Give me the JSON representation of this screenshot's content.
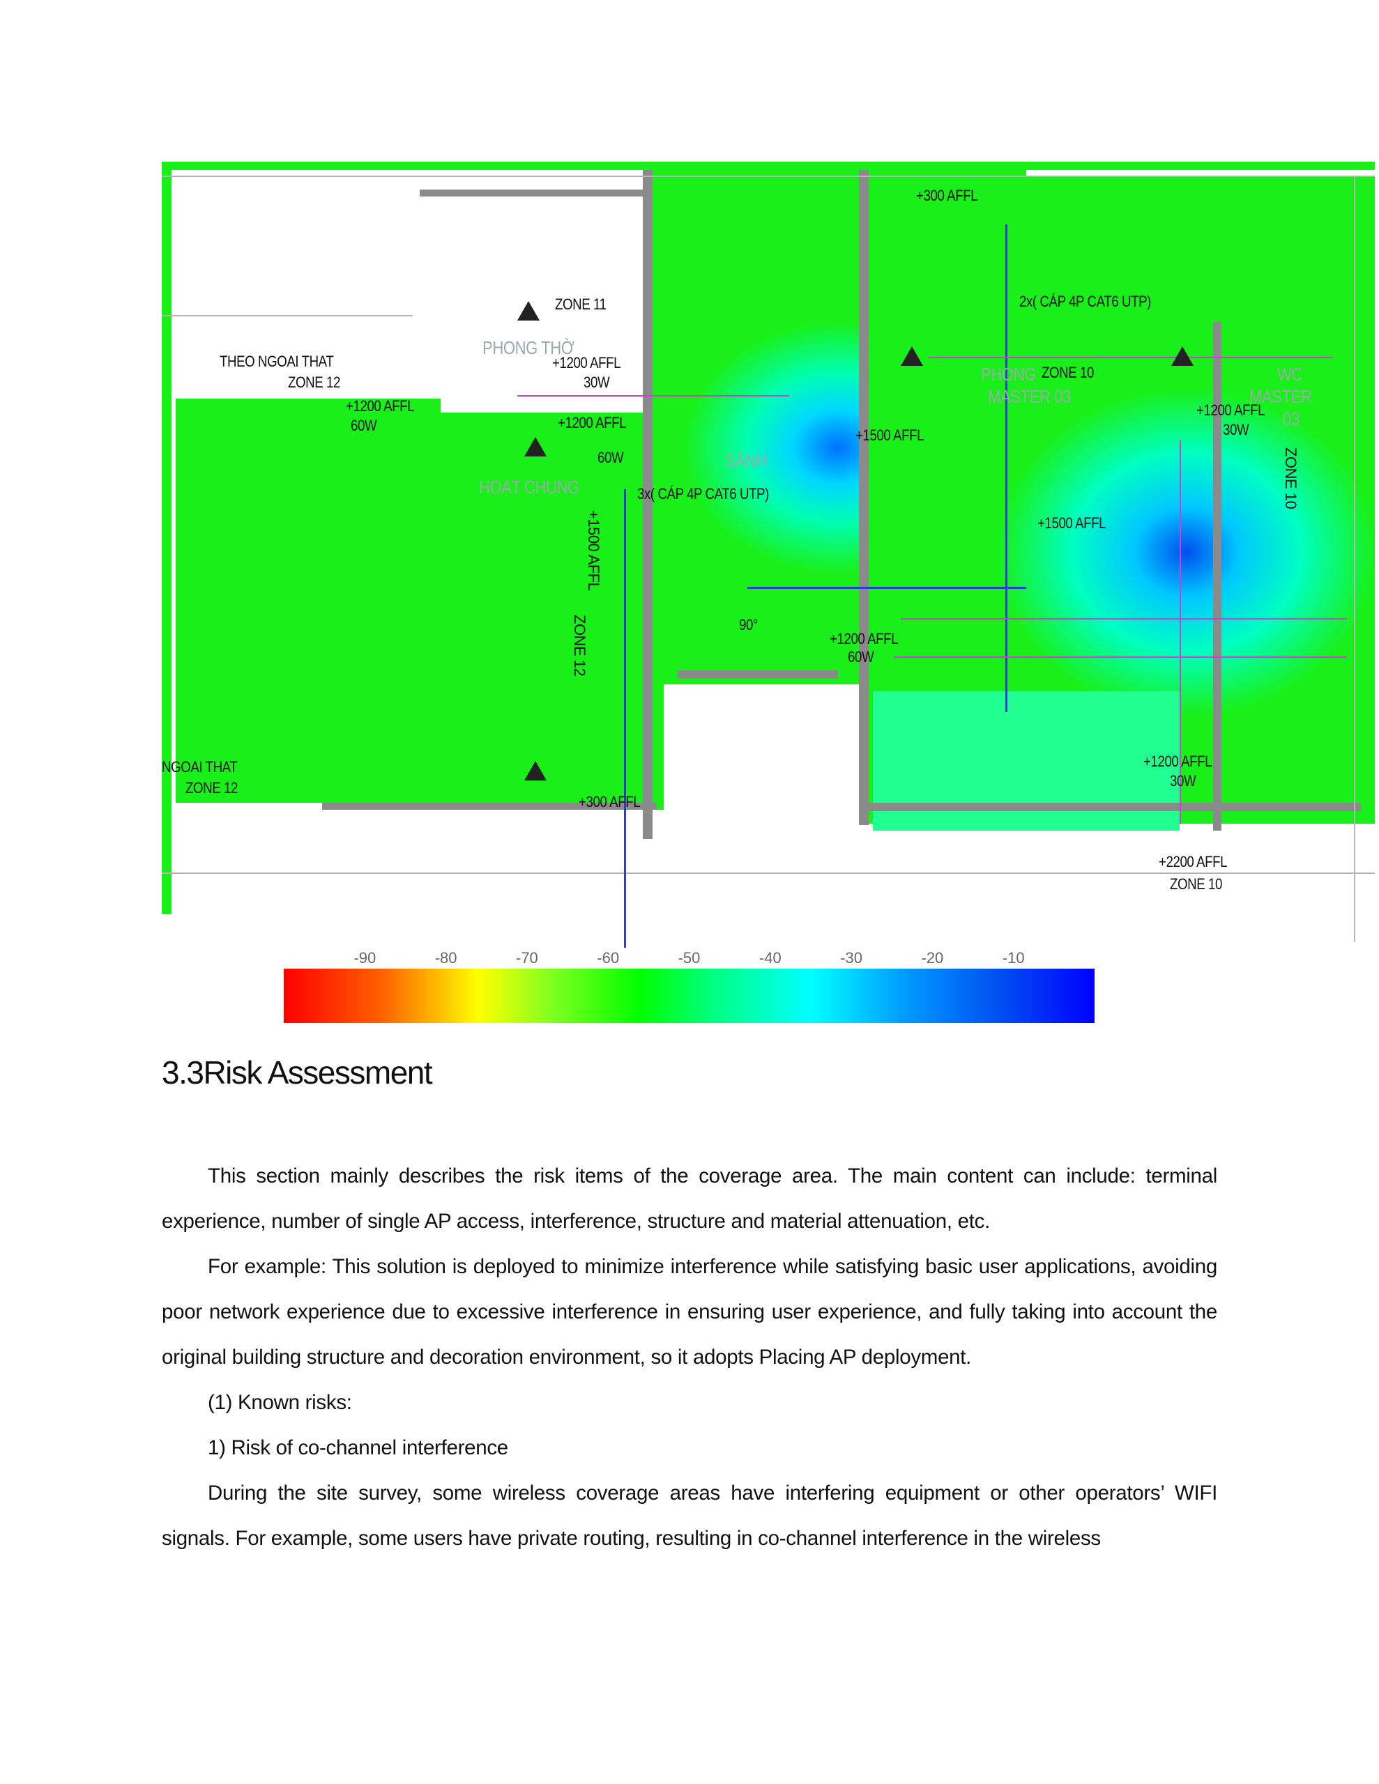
{
  "figure": {
    "labels": {
      "affl_300_top": "+300 AFFL",
      "zone11": "ZONE 11",
      "phong_tho": "PHONG THỜ",
      "affl_1200_a": "+1200 AFFL",
      "w30_a": "30W",
      "theo_ngoai_that": "THEO NGOAI THAT",
      "zone12_a": "ZONE 12",
      "affl_1200_b": "+1200 AFFL",
      "w60_b": "60W",
      "cable_2x": "2x( CÁP 4P CAT6 UTP)",
      "zone10_a": "ZONE 10",
      "phong_master": "PHONG",
      "master03": "MASTER 03",
      "wc": "WC",
      "wc_master": "MASTER",
      "wc_03": "03",
      "affl_1200_c": "+1200 AFFL",
      "w30_c": "30W",
      "affl_1200_d": "+1200 AFFL",
      "w60_d": "60W",
      "affl_1500_a": "+1500 AFFL",
      "sanh": "SẢNH",
      "hoat_chung": "HOẠT CHUNG",
      "cable_3x": "3x( CÁP 4P CAT6 UTP)",
      "affl_1500_b": "+1500 AFFL",
      "affl_1500_v": "+1500 AFFL",
      "zone12_v": "ZONE 12",
      "zone10_v": "ZONE 10",
      "deg90": "90°",
      "affl_1200_e": "+1200 AFFL",
      "w60_e": "60W",
      "affl_1200_f": "+1200 AFFL",
      "w30_f": "30W",
      "ngoai_that": "NGOAI THAT",
      "zone12_b": "ZONE 12",
      "affl_300_b": "+300 AFFL",
      "affl_2200": "+2200 AFFL",
      "zone10_b": "ZONE 10"
    },
    "colors": {
      "heat_base": "#19f01a",
      "hotspot": "#0050f0",
      "walls": "#8a8a8a"
    }
  },
  "colorbar": {
    "ticks": [
      "-90",
      "-80",
      "-70",
      "-60",
      "-50",
      "-40",
      "-30",
      "-20",
      "-10"
    ],
    "colors": [
      "#ff0000",
      "#ffff00",
      "#00ff00",
      "#00ffff",
      "#0000ff"
    ]
  },
  "section": {
    "heading": "3.3Risk Assessment",
    "paragraphs": [
      "This section mainly describes the risk items of the coverage area. The main content can include: terminal experience, number of single AP access, interference, structure and material attenuation, etc.",
      "For example: This solution is deployed to minimize interference while satisfying basic user applications, avoiding poor network experience due to excessive interference in ensuring user experience, and fully taking into account the original building structure and decoration environment, so it adopts Placing AP deployment.",
      "(1) Known risks:",
      "1) Risk of co-channel interference",
      "During the site survey, some wireless coverage areas have interfering equipment or other operators’ WIFI signals. For example, some users have private routing, resulting in co-channel interference in the wireless"
    ]
  }
}
